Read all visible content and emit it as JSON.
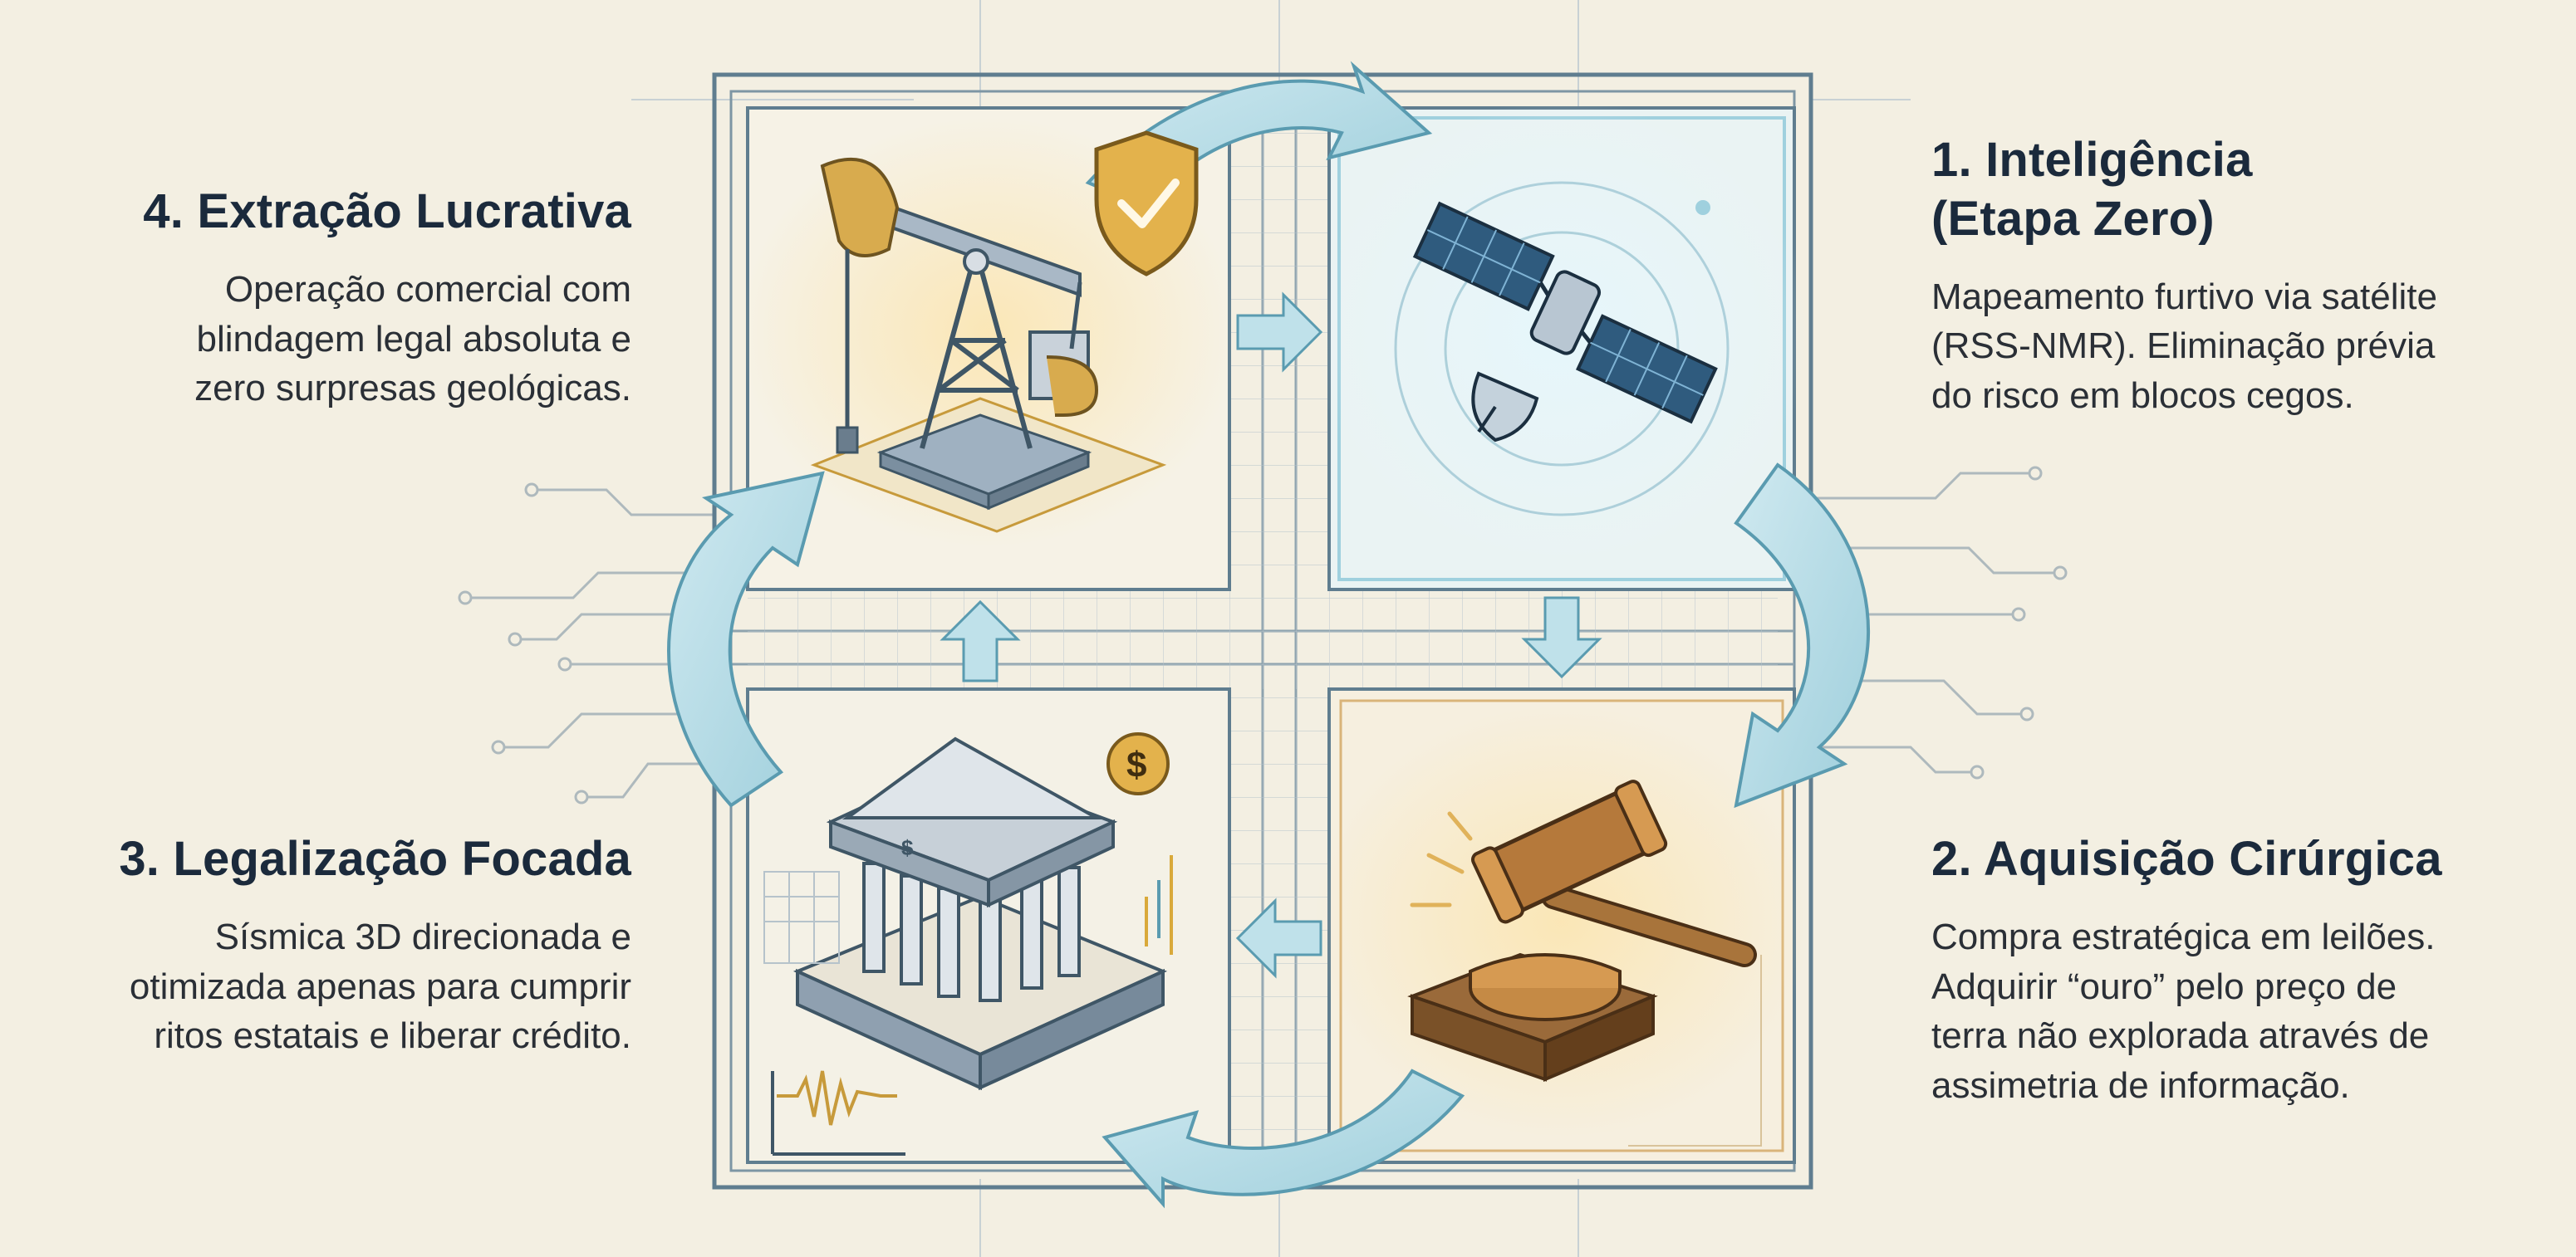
{
  "stages": [
    {
      "id": "inteligencia",
      "title_lines": [
        "1. Inteligência",
        "(Etapa Zero)"
      ],
      "desc_lines": [
        "Mapeamento furtivo via satélite",
        "(RSS-NMR). Eliminação prévia",
        "do risco em blocos cegos."
      ],
      "icon": "satellite-icon"
    },
    {
      "id": "aquisicao",
      "title_lines": [
        "2. Aquisição Cirúrgica"
      ],
      "desc_lines": [
        "Compra estratégica em leilões.",
        "Adquirir “ouro” pelo preço de",
        "terra não explorada através de",
        "assimetria de informação."
      ],
      "icon": "gavel-icon"
    },
    {
      "id": "legalizacao",
      "title_lines": [
        "3. Legalização Focada"
      ],
      "desc_lines": [
        "Sísmica 3D direcionada e",
        "otimizada apenas para cumprir",
        "ritos estatais e liberar crédito."
      ],
      "icon": "bank-icon"
    },
    {
      "id": "extracao",
      "title_lines": [
        "4. Extração Lucrativa"
      ],
      "desc_lines": [
        "Operação comercial com",
        "blindagem legal absoluta e",
        "zero surpresas geológicas."
      ],
      "icon": "pumpjack-icon"
    }
  ],
  "colors": {
    "background": "#f3efe2",
    "frame": "#5f7d8f",
    "arrow_fill": "#b7dce6",
    "arrow_stroke": "#5a9bb0",
    "gold": "#d9a93a",
    "steel": "#8fa4b8"
  }
}
